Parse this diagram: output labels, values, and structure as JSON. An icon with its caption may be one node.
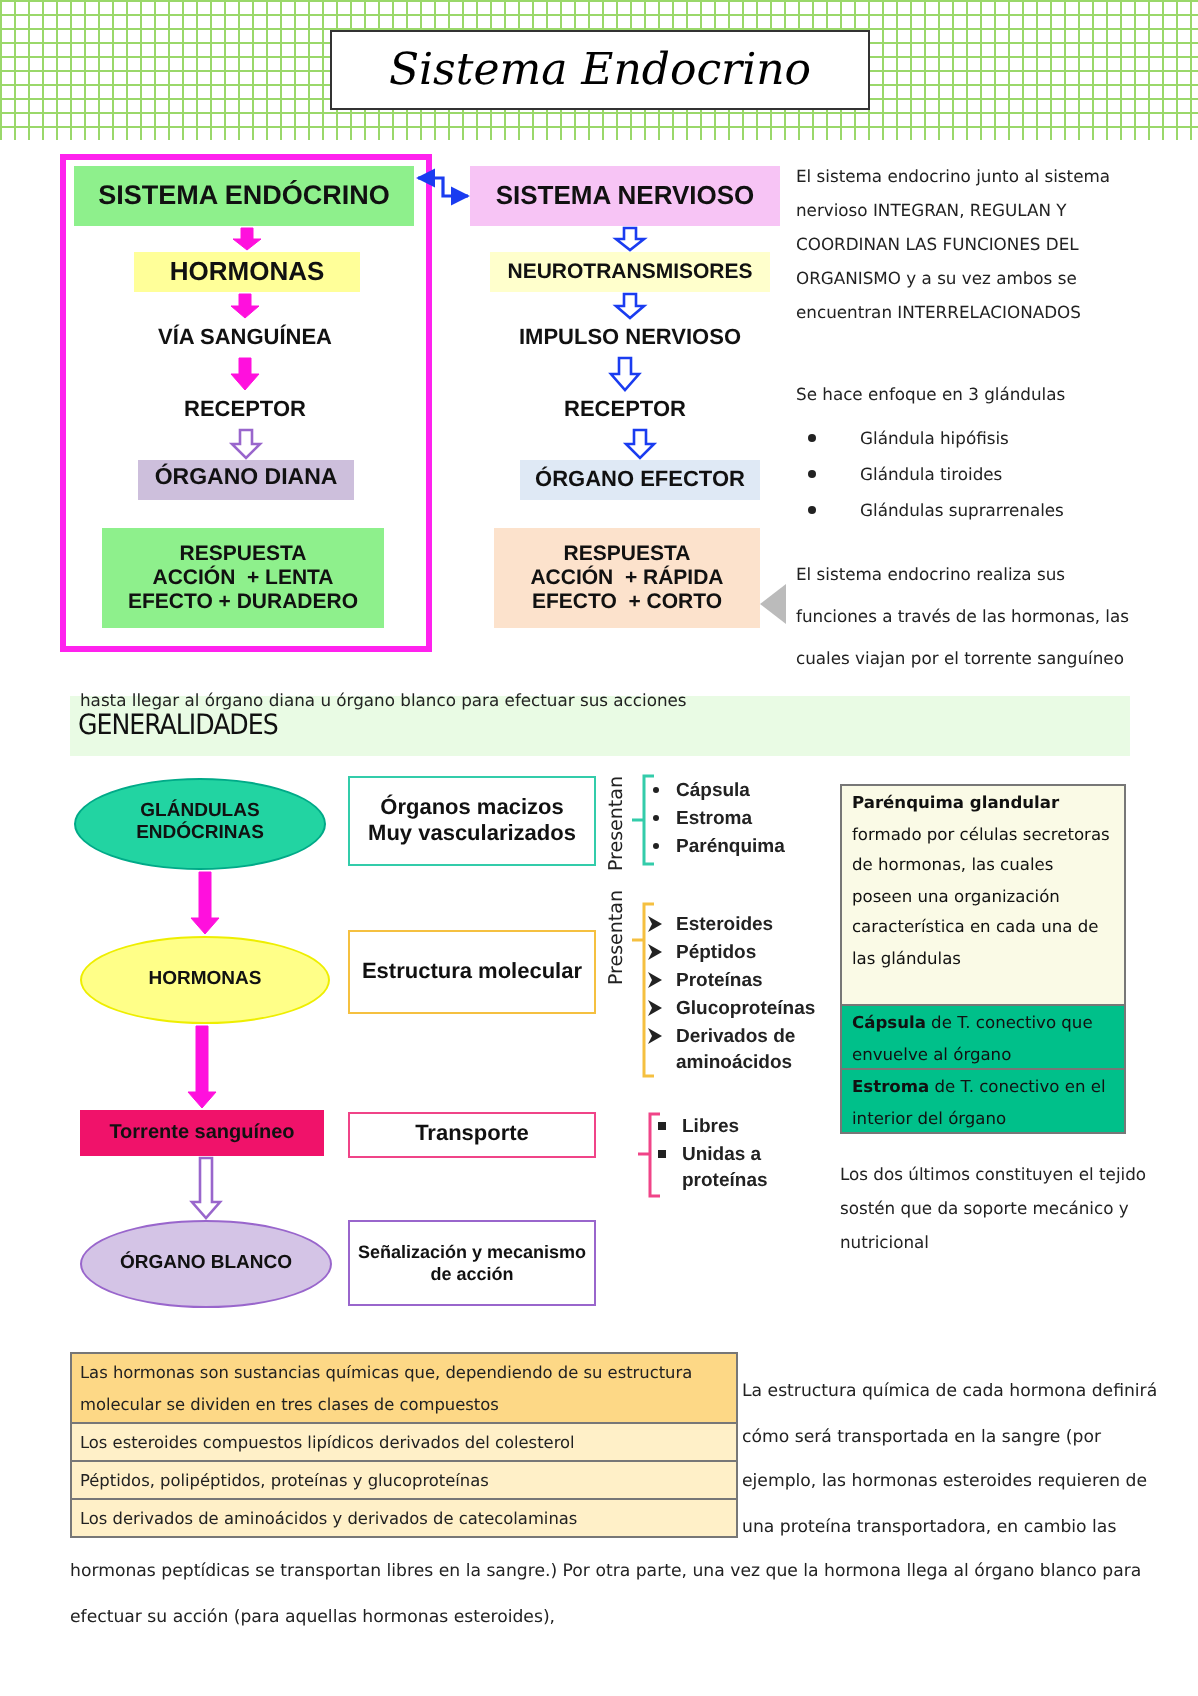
{
  "diagram": {
    "title": "Sistema Endocrino",
    "nodes": [
      {
        "text": [],
        "shape": "box"
      },
      {
        "text": [
          "SISTEMA ENDÓCRINO"
        ],
        "in": 0
      },
      {
        "text": [
          "HORMONAS"
        ],
        "in": 0
      },
      {
        "text": [
          "VÍA SANGUÍNEA"
        ],
        "in": 0
      },
      {
        "text": [
          "RECEPTOR"
        ],
        "in": 0
      },
      {
        "text": [
          "ÓRGANO DIANA"
        ],
        "in": 0
      },
      {
        "text": [
          "RESPUESTA",
          "ACCIÓN  + LENTA",
          "EFECTO + DURADERO"
        ],
        "in": 0
      },
      {
        "text": [
          "SISTEMA NERVIOSO"
        ]
      },
      {
        "text": [
          "NEUROTRANSMISORES"
        ]
      },
      {
        "text": [
          "IMPULSO NERVIOSO"
        ]
      },
      {
        "text": [
          "RECEPTOR"
        ]
      },
      {
        "text": [
          "ÓRGANO EFECTOR"
        ]
      },
      {
        "text": [
          "RESPUESTA",
          "ACCIÓN  + RÁPIDA",
          "EFECTO  + CORTO"
        ]
      },
      {
        "text": [
          "GENERALIDADES"
        ]
      },
      {
        "text": [
          "GLÁNDULAS ENDÓCRINAS"
        ]
      },
      {
        "text": [
          "HORMONAS"
        ]
      },
      {
        "text": [
          "Torrente sanguíneo"
        ]
      },
      {
        "text": [
          "ÓRGANO BLANCO"
        ]
      },
      {
        "text": [
          "Órganos macizos",
          "Muy vascularizados"
        ]
      },
      {
        "text": [
          "Estructura molecular"
        ]
      },
      {
        "text": [
          "Transporte"
        ]
      },
      {
        "text": [
          "Señalización y mecanismo de acción"
        ]
      },
      {
        "text": [
          "**Parénquima glandular** formado por células secretoras de hormonas, las cuales poseen una organización característica en cada una de las glándulas"
        ]
      },
      {
        "text": [
          "**Cápsula** de T. conectivo que envuelve al órgano"
        ]
      },
      {
        "text": [
          "**Estroma** de T. conectivo en el interior del órgano"
        ]
      }
    ],
    "edges": [
      {
        "from": 1,
        "to": 7,
        "arrow": "both",
        "color": "#1a3cf0"
      },
      {
        "from": 1,
        "to": 2,
        "arrow": "to"
      },
      {
        "from": 2,
        "to": 3,
        "arrow": "to"
      },
      {
        "from": 3,
        "to": 4,
        "arrow": "to"
      },
      {
        "from": 4,
        "to": 5,
        "arrow": "to",
        "color": "#9966cc"
      },
      {
        "from": 7,
        "to": 8,
        "arrow": "to",
        "color": "#1a3cf0"
      },
      {
        "from": 8,
        "to": 9,
        "arrow": "to",
        "color": "#1a3cf0"
      },
      {
        "from": 9,
        "to": 10,
        "arrow": "to",
        "color": "#1a3cf0"
      },
      {
        "from": 10,
        "to": 11,
        "arrow": "to",
        "color": "#1a3cf0"
      },
      {
        "from": 14,
        "to": 15,
        "arrow": "to"
      },
      {
        "from": 15,
        "to": 16,
        "arrow": "to"
      },
      {
        "from": 16,
        "to": 17,
        "arrow": "to",
        "color": "#9966cc"
      }
    ],
    "labels": [
      "El sistema endocrino junto al sistema nervioso INTEGRAN, REGULAN Y COORDINAN LAS FUNCIONES DEL ORGANISMO y a su vez ambos se encuentran INTERRELACIONADOS",
      "Se hace enfoque en 3 glándulas",
      "Glándula hipófisis",
      "Glándula tiroides",
      "Glándulas suprarrenales",
      "El sistema endocrino realiza sus funciones a través de las hormonas, las cuales viajan por el torrente sanguíneo hasta llegar al órgano diana u órgano blanco para efectuar sus acciones",
      "Presentan",
      "Cápsula",
      "Estroma",
      "Parénquima",
      "Presentan",
      "Esteroides",
      "Péptidos",
      "Proteínas",
      "Glucoproteínas",
      "Derivados de aminoácidos",
      "Libres",
      "Unidas a proteínas",
      "Los dos últimos constituyen el tejido sostén que da soporte mecánico y nutricional",
      "Las hormonas son sustancias químicas que, dependiendo de su estructura molecular se dividen en tres clases de compuestos",
      "Los esteroides compuestos lipídicos derivados del colesterol",
      "Péptidos, polipéptidos, proteínas y glucoproteínas",
      "Los derivados de aminoácidos y derivados de catecolaminas",
      "La estructura química de cada hormona definirá cómo será transportada en la sangre (por ejemplo, las hormonas esteroides requieren de una proteína transportadora, en cambio las hormonas peptídicas se transportan libres en la sangre.) Por otra parte, una vez que la hormona llega al órgano blanco para efectuar su acción (para aquellas hormonas esteroides),"
    ]
  }
}
